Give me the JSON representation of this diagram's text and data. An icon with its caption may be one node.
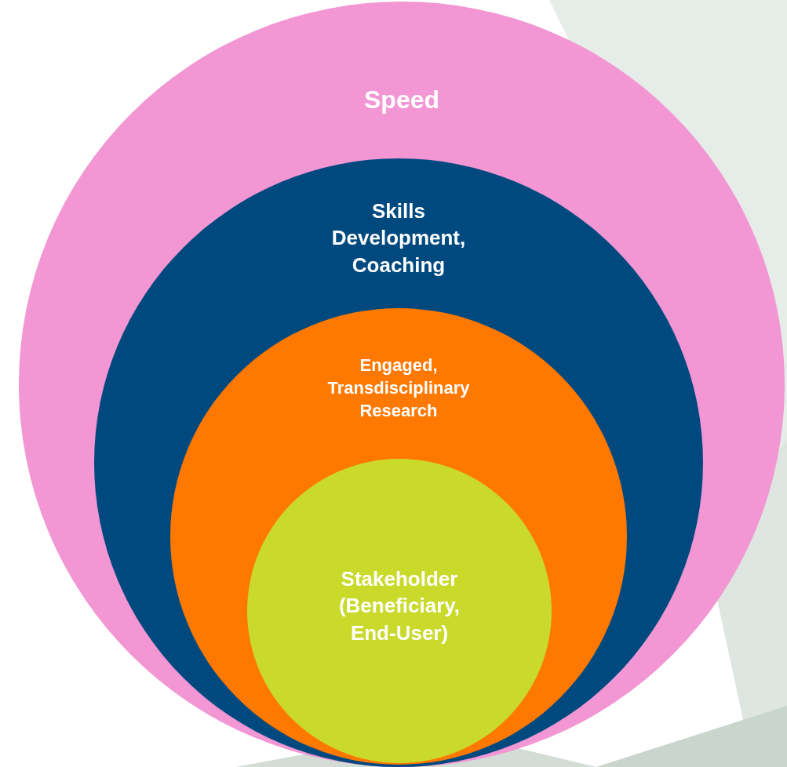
{
  "diagram": {
    "nodes": [
      {
        "text": [
          "Speed"
        ]
      },
      {
        "text": [
          "Skills Development, Coaching"
        ],
        "in": 0
      },
      {
        "text": [
          "Engaged, Transdisciplinary Research"
        ],
        "in": 1
      },
      {
        "text": [
          "Stakeholder (Beneficiary, End-User)"
        ],
        "in": 2
      }
    ]
  }
}
